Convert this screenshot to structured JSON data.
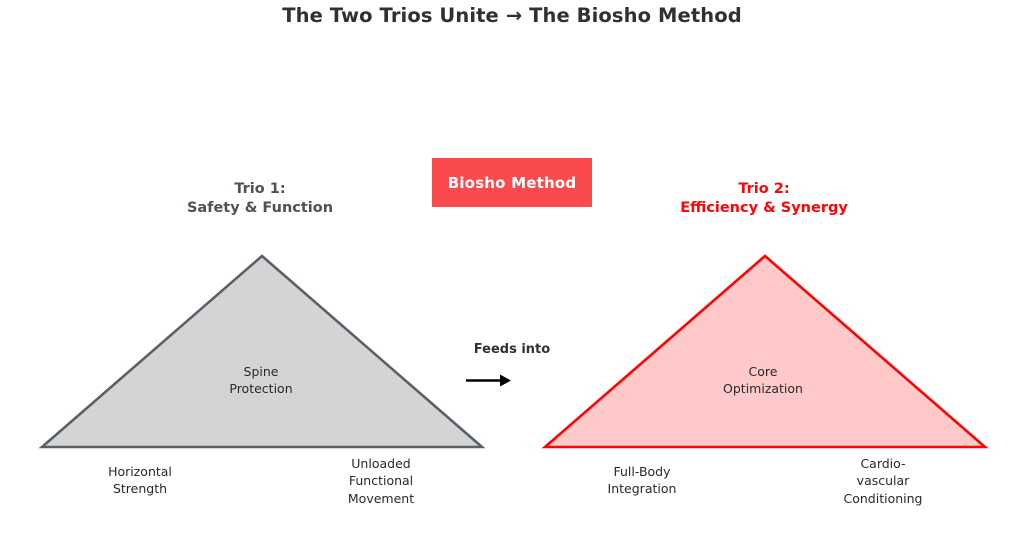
{
  "title": "The Two Trios Unite → The Biosho Method",
  "center_badge": {
    "label": "Biosho Method",
    "background_color": "#fb4a4e",
    "text_color": "#ffffff"
  },
  "connector": {
    "label": "Feeds into",
    "direction": "left-to-right",
    "color": "#000000"
  },
  "trios": [
    {
      "heading": "Trio 1:\nSafety & Function",
      "heading_color": "#4c5358",
      "fill_color": "#d4d4d4",
      "stroke_color": "#5a6068",
      "core_label": "Spine\nProtection",
      "left_label": "Horizontal\nStrength",
      "right_label": "Unloaded\nFunctional\nMovement"
    },
    {
      "heading": "Trio 2:\nEfficiency & Synergy",
      "heading_color": "#fc0505",
      "fill_color": "#ffc9c9",
      "stroke_color": "#fc0505",
      "core_label": "Core\nOptimization",
      "left_label": "Full-Body\nIntegration",
      "right_label": "Cardio-\nvascular\nConditioning"
    }
  ]
}
